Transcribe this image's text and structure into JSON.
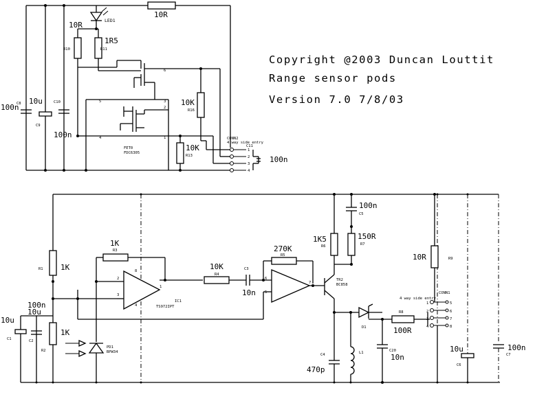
{
  "header": {
    "line1": "Copyright @2003 Duncan Louttit",
    "line2": "Range sensor pods",
    "line3": "Version 7.0 7/8/03"
  },
  "top": {
    "r_top": "10R",
    "led": "LED1",
    "r10_val": "10R",
    "r10_ref": "R10",
    "r11_val": "1R5",
    "r11_ref": "R11",
    "c8_ref": "C8",
    "c8_val": "100n",
    "c9_val": "10u",
    "c9_ref": "C9",
    "c10_ref": "C10",
    "c10_val": "100n",
    "r16_val": "10K",
    "r16_ref": "R16",
    "r13_val": "10K",
    "r13_ref": "R13",
    "fet_ref": "FET0",
    "fet_part": "FDC6305",
    "conn_ref": "CONN2",
    "conn_desc": "4 way side entry",
    "conn_cap_ref": "C11",
    "conn_cap_val": "100n",
    "pins": [
      "1",
      "2",
      "3",
      "4"
    ],
    "fet_pins": [
      "6",
      "3",
      "5",
      "4",
      "2",
      "1"
    ]
  },
  "bottom": {
    "r1_ref": "R1",
    "r1_val": "1K",
    "r3_val": "1K",
    "r3_ref": "R3",
    "in_cap_val": "100n",
    "c1_val": "10u",
    "c1_ref": "C1",
    "c2_ref": "C2",
    "r2_val": "1K",
    "r2_ref": "R2",
    "pd_ref": "PD1",
    "pd_part": "BPW34",
    "ic_ref": "IC1",
    "ic_part": "TS972IPT",
    "ic_pins": [
      "8",
      "2",
      "3",
      "4",
      "1",
      "6",
      "5",
      "7"
    ],
    "r4_val": "10K",
    "r4_ref": "R4",
    "c3_ref": "C3",
    "c3_val": "10n",
    "r5_val": "270K",
    "r5_ref": "R5",
    "c5_val": "100n",
    "c5_ref": "C5",
    "r6_val": "1K5",
    "r6_ref": "R6",
    "r7_val": "150R",
    "r7_ref": "R7",
    "tr_ref": "TR2",
    "tr_part": "BC858",
    "c4_ref": "C4",
    "c4_val": "470p",
    "l1_ref": "L1",
    "d1_ref": "D1",
    "r8_ref": "R8",
    "r8_val": "100R",
    "c20_ref": "C20",
    "c20_val": "10n",
    "r9_val": "10R",
    "r9_ref": "R9",
    "conn_ref": "CONN1",
    "conn_desc": "4 way side entry",
    "conn_pins": [
      "1",
      "2",
      "3",
      "4",
      "5",
      "6",
      "7",
      "8"
    ],
    "c6_val": "10u",
    "c6_ref": "C6",
    "c7_val": "100n",
    "c7_ref": "C7"
  }
}
